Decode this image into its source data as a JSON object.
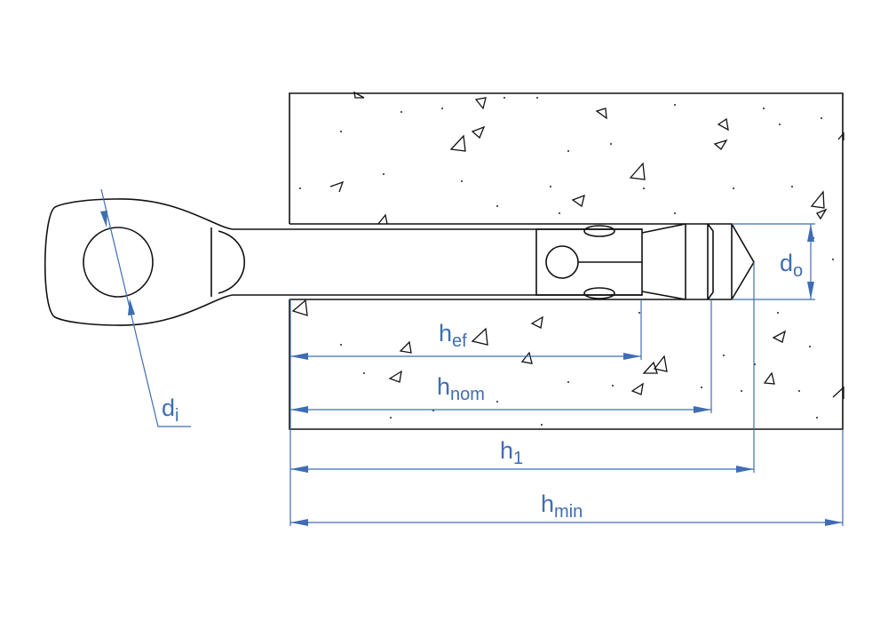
{
  "title": "Eye anchor installation dimensions",
  "labels": {
    "di": {
      "main": "d",
      "sub": "i"
    },
    "do": {
      "main": "d",
      "sub": "o"
    },
    "hef": {
      "main": "h",
      "sub": "ef"
    },
    "hnom": {
      "main": "h",
      "sub": "nom"
    },
    "h1": {
      "main": "h",
      "sub": "1"
    },
    "hmin": {
      "main": "h",
      "sub": "min"
    }
  },
  "colors": {
    "dimension": "#3f6db4",
    "outline": "#111111"
  }
}
